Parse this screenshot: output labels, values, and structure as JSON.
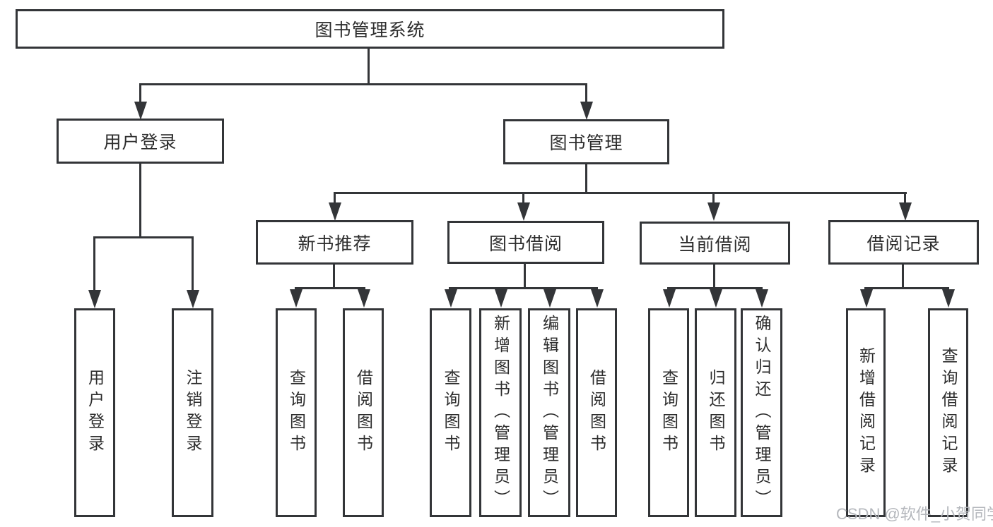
{
  "diagram": {
    "root": {
      "label": "图书管理系统"
    },
    "level2": [
      {
        "label": "用户登录"
      },
      {
        "label": "图书管理"
      }
    ],
    "level3": [
      {
        "label": "新书推荐"
      },
      {
        "label": "图书借阅"
      },
      {
        "label": "当前借阅"
      },
      {
        "label": "借阅记录"
      }
    ],
    "leaves": [
      {
        "label": "用户登录"
      },
      {
        "label": "注销登录"
      },
      {
        "label": "查询图书"
      },
      {
        "label": "借阅图书"
      },
      {
        "label": "查询图书"
      },
      {
        "label": "新增图书（管理员）"
      },
      {
        "label": "编辑图书（管理员）"
      },
      {
        "label": "借阅图书"
      },
      {
        "label": "查询图书"
      },
      {
        "label": "归还图书"
      },
      {
        "label": "确认归还（管理员）"
      },
      {
        "label": "新增借阅记录"
      },
      {
        "label": "查询借阅记录"
      }
    ]
  },
  "watermark": "CSDN @软件_小贺同学",
  "colors": {
    "line": "#333538",
    "text": "#2d2d2d",
    "watermark": "#b4b7bc",
    "background": "#ffffff"
  }
}
